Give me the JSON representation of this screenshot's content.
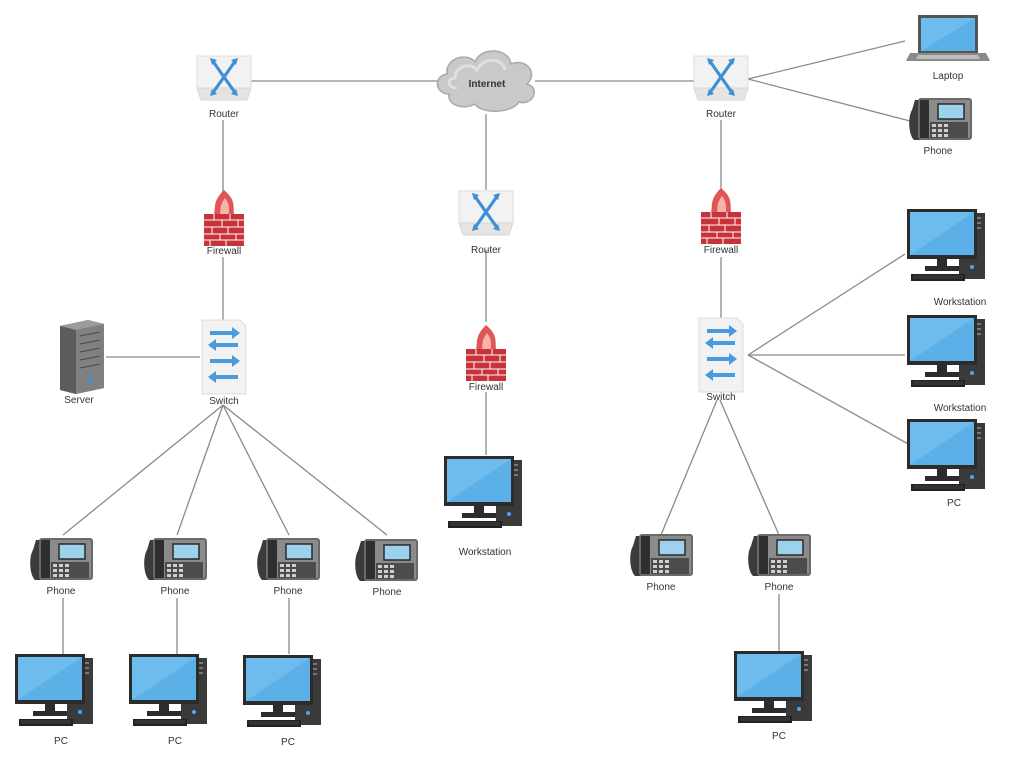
{
  "diagram": {
    "internet_label": "Internet",
    "labels": {
      "router": "Router",
      "firewall": "Firewall",
      "switch": "Switch",
      "server": "Server",
      "phone": "Phone",
      "pc": "PC",
      "workstation": "Workstation",
      "laptop": "Laptop"
    }
  }
}
